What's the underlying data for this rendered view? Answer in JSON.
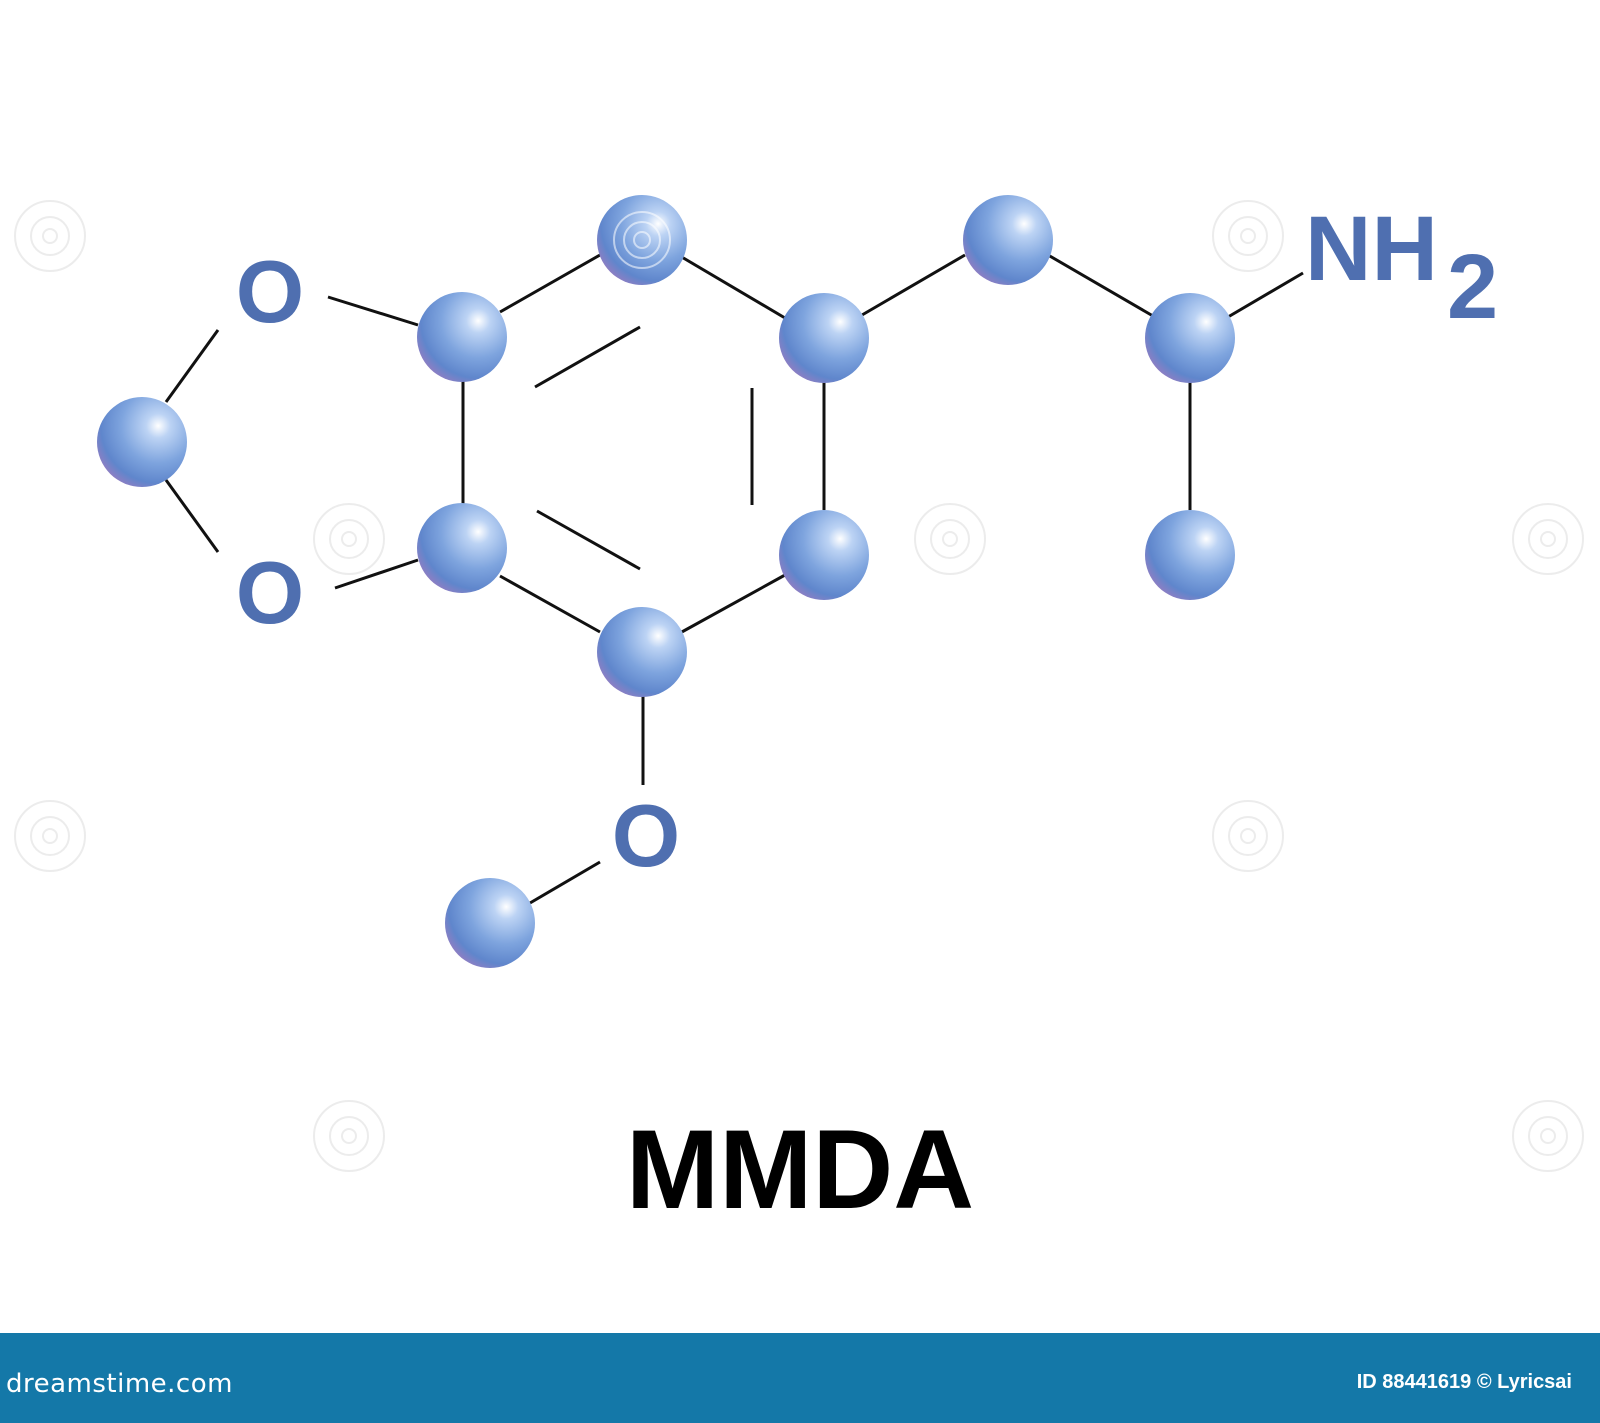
{
  "labels": {
    "oxygen_top": "O",
    "oxygen_bottom": "O",
    "oxygen_methoxy": "O",
    "amine_main": "NH",
    "amine_subscript": "2"
  },
  "title": "MMDA",
  "footer": {
    "site_name": "dreamstime.com",
    "image_id_credit": "ID 88441619 © Lyricsai"
  },
  "colors": {
    "atom": "#6f98d8",
    "atom_label": "#4f6fb0",
    "bond": "#111111",
    "footer_bar": "#1478a8"
  }
}
